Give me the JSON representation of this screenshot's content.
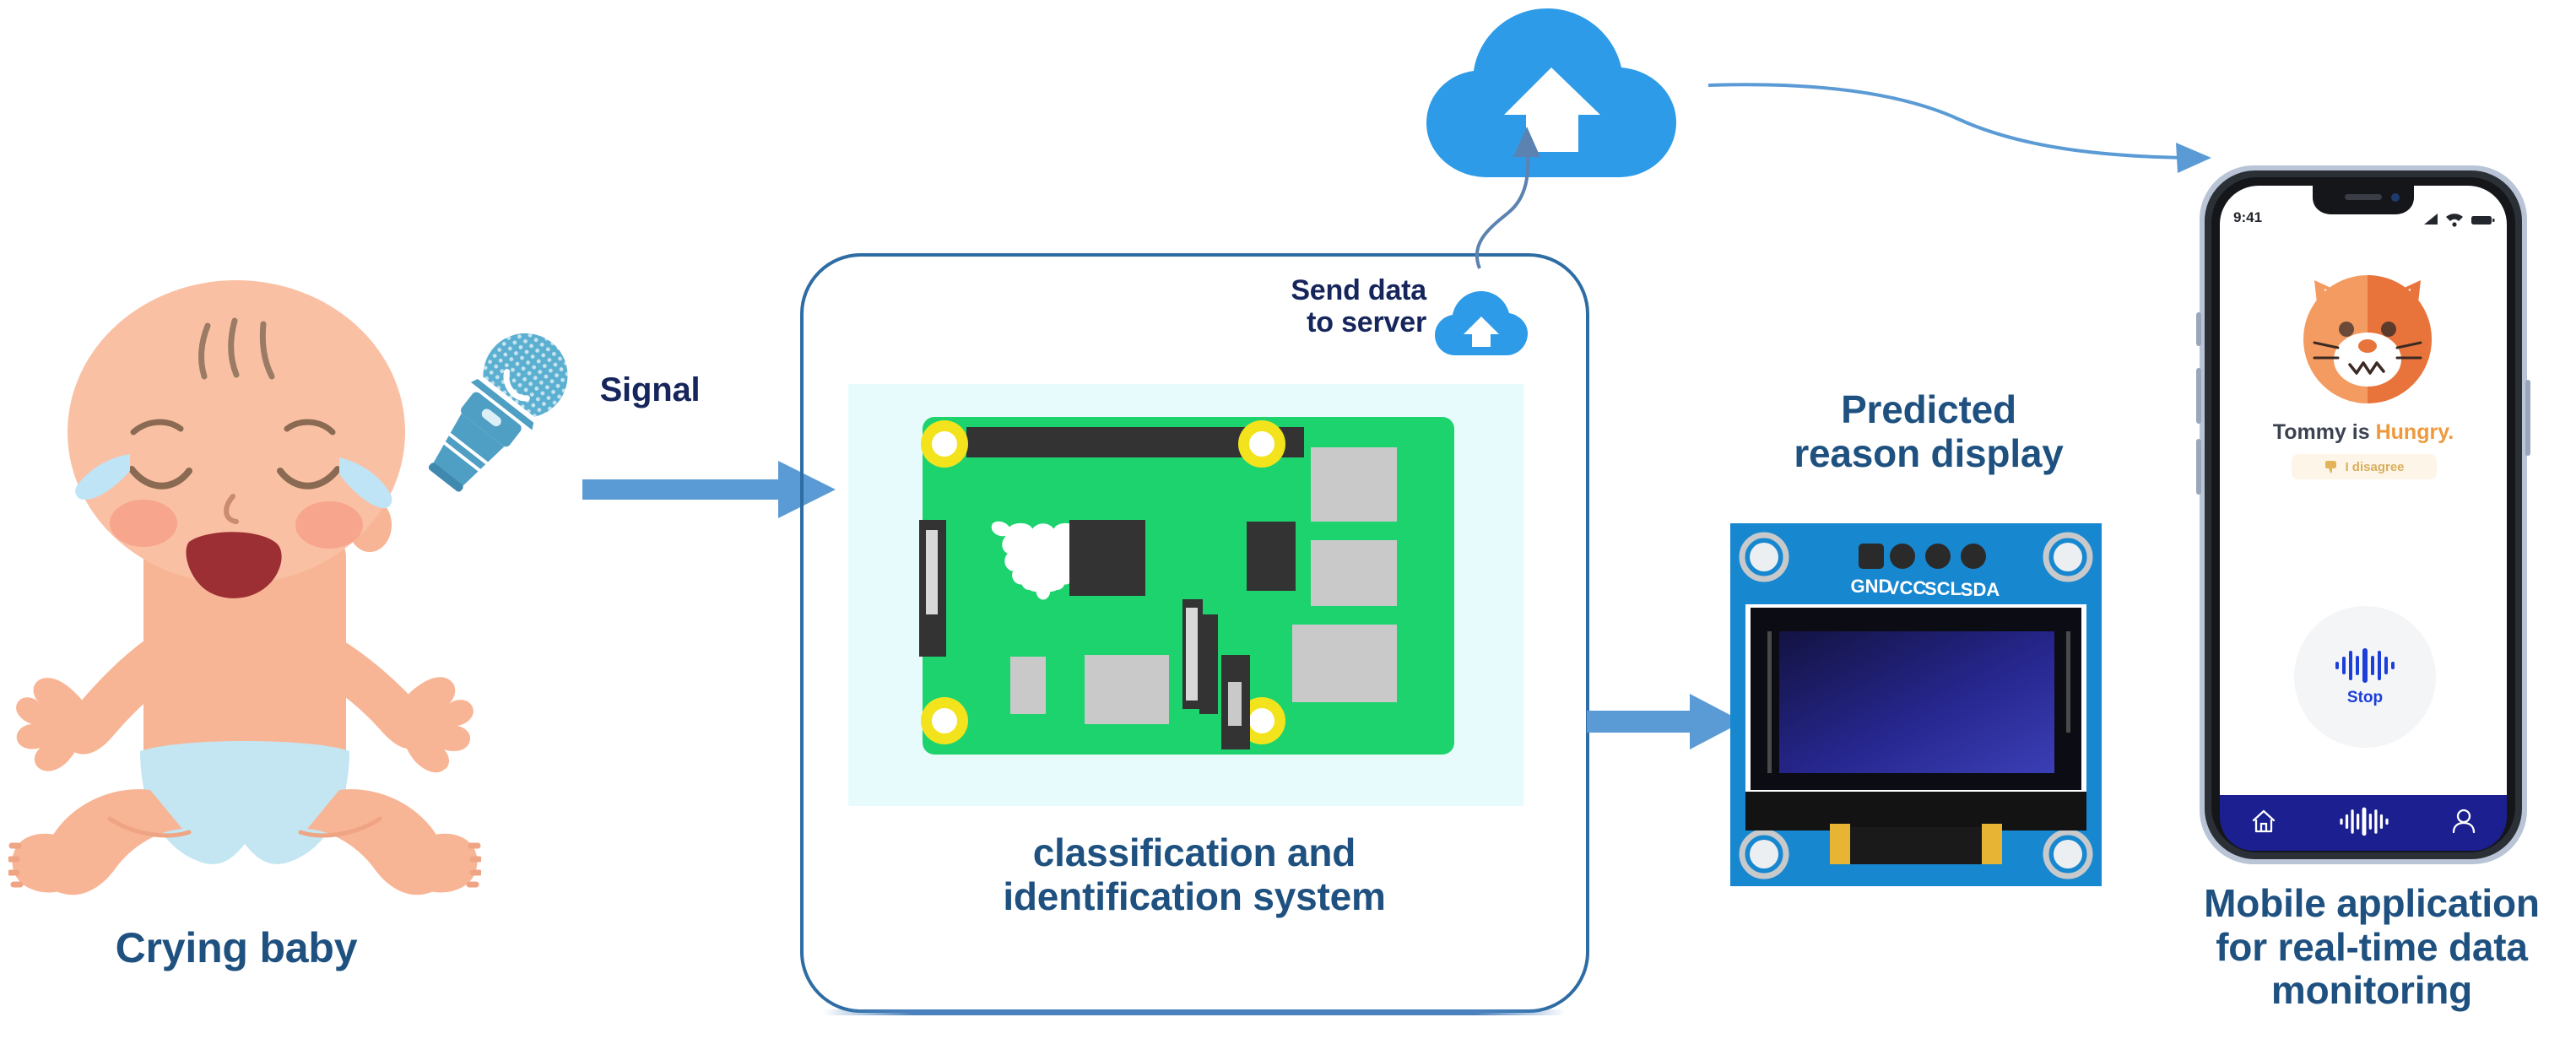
{
  "diagram": {
    "title_color": "#1F5180",
    "accent_blue": "#2E9BE8",
    "arrow_blue": "#5B9BD5",
    "box_border": "#2E6DA4"
  },
  "stages": {
    "baby": {
      "caption": "Crying baby",
      "icon": "crying-baby-illustration"
    },
    "signal": {
      "label": "Signal",
      "mic_icon": "microphone-icon",
      "arrow_icon": "right-arrow-icon"
    },
    "system": {
      "caption": "classification and\nidentification system",
      "send_data_label": "Send data\nto server",
      "cloud_icon": "cloud-upload-icon",
      "board_icon": "raspberry-pi-board",
      "board_logo": "raspberry-logo-icon"
    },
    "cloud": {
      "icon": "cloud-upload-icon",
      "in_arrow": "curved-up-arrow-icon",
      "out_arrow": "curved-right-arrow-icon"
    },
    "display": {
      "caption": "Predicted\nreason display",
      "module_icon": "oled-display-module",
      "pins": [
        "GND",
        "VCC",
        "SCL",
        "SDA"
      ],
      "arrow_icon": "right-arrow-icon"
    },
    "phone": {
      "caption": "Mobile application\nfor real-time data\nmonitoring",
      "status_time": "9:41",
      "status_icons": [
        "cellular-signal-icon",
        "wifi-icon",
        "battery-icon"
      ],
      "avatar_icon": "cat-face-icon",
      "prediction_prefix": "Tommy is ",
      "prediction_value": "Hungry.",
      "prediction_color": "#EE9A3C",
      "disagree_label": "I disagree",
      "disagree_icon": "thumbs-down-icon",
      "record_button_label": "Stop",
      "record_button_icon": "waveform-icon",
      "nav_items": [
        "home-icon",
        "waveform-icon",
        "profile-icon"
      ],
      "nav_bar_color": "#1B1F8F"
    }
  }
}
